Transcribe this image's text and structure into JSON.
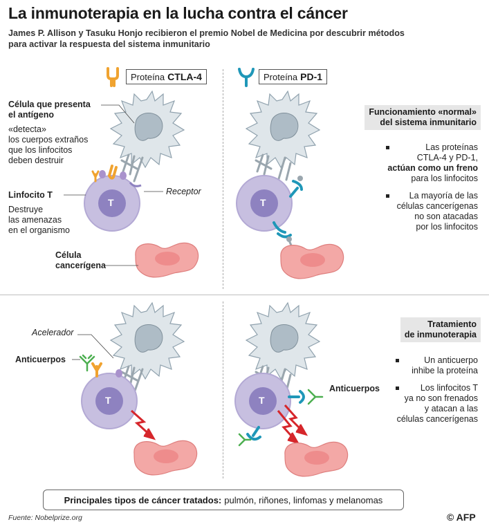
{
  "title": "La inmunoterapia en la lucha contra el cáncer",
  "subtitle_line1": "James P. Allison y Tasuku Honjo recibieron el premio Nobel de Medicina por descubrir métodos",
  "subtitle_line2": "para activar la respuesta del sistema inmunitario",
  "headers": {
    "ctla4_prefix": "Proteína",
    "ctla4_name": "CTLA-4",
    "pd1_prefix": "Proteína",
    "pd1_name": "PD-1"
  },
  "labels": {
    "apc_title_1": "Célula que presenta",
    "apc_title_2": "el antígeno",
    "apc_desc_1": "«detecta»",
    "apc_desc_2": "los cuerpos extraños",
    "apc_desc_3": "que los linfocitos",
    "apc_desc_4": "deben destruir",
    "tcell_title": "Linfocito T",
    "tcell_desc_1": "Destruye",
    "tcell_desc_2": "las amenazas",
    "tcell_desc_3": "en el organismo",
    "receptor": "Receptor",
    "cancer_1": "Célula",
    "cancer_2": "cancerígena",
    "accelerator": "Acelerador",
    "antibodies_left": "Anticuerpos",
    "antibodies_right": "Anticuerpos",
    "t_letter": "T"
  },
  "normal_state": {
    "heading_1": "Funcionamiento «normal»",
    "heading_2": "del sistema inmunitario",
    "b1_l1": "Las proteínas",
    "b1_l2": "CTLA-4 y PD-1,",
    "b1_l3": "actúan como un freno",
    "b1_l4": "para los linfocitos",
    "b2_l1": "La mayoría de las",
    "b2_l2": "células cancerígenas",
    "b2_l3": "no son atacadas",
    "b2_l4": "por los linfocitos"
  },
  "treatment_state": {
    "heading_1": "Tratamiento",
    "heading_2": "de inmunoterapia",
    "b1_l1": "Un anticuerpo",
    "b1_l2": "inhibe la proteína",
    "b2_l1": "Los linfocitos T",
    "b2_l2": "ya no son frenados",
    "b2_l3": "y atacan a las",
    "b2_l4": "células cancerígenas"
  },
  "footer": {
    "label": "Principales tipos de cáncer tratados:",
    "value": "pulmón, riñones, linfomas y melanomas"
  },
  "source": "Fuente: Nobelprize.org",
  "credit": "© AFP",
  "colors": {
    "ctla4": "#f0a330",
    "pd1": "#1f97b8",
    "tcell": "#c7bfe0",
    "tcell_core": "#8e82c0",
    "apc": "#dfe6ea",
    "apc_nucleus": "#aebcc6",
    "cancer": "#f3a8a6",
    "antibody": "#4caf50",
    "attack": "#d6262b"
  }
}
